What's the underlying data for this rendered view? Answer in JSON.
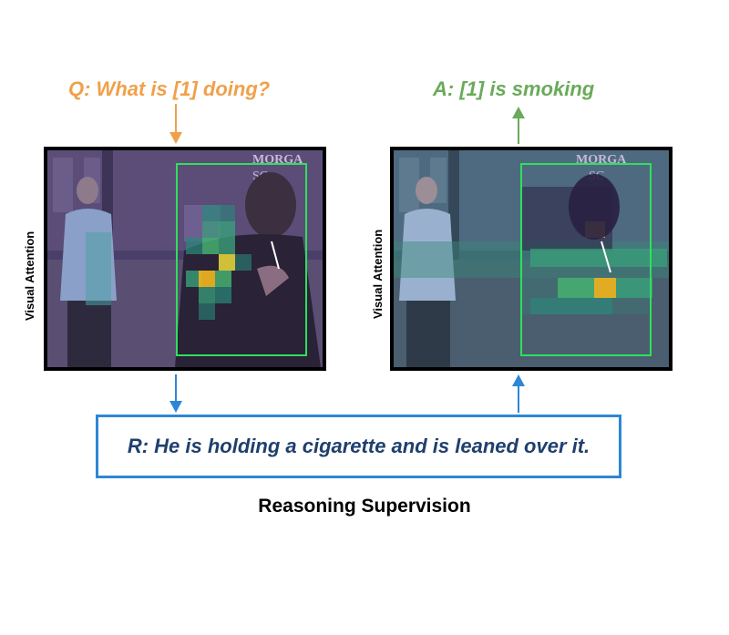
{
  "question": {
    "text": "Q: What is [1] doing?",
    "color": "#f0a04b"
  },
  "answer": {
    "text": "A: [1] is smoking",
    "color": "#6aaa5a"
  },
  "side_labels": {
    "left": "Visual Attention",
    "right": "Visual Attention"
  },
  "reasoning": {
    "text": "R: He is holding a cigarette and is leaned over it.",
    "text_color": "#1f3f6e",
    "border_color": "#2e86d6"
  },
  "caption": "Reasoning Supervision",
  "colors": {
    "arrow_blue": "#2e86d6",
    "arrow_orange": "#f0a04b",
    "arrow_green": "#6aaa5a",
    "box_green": "#2fe05a"
  },
  "panels": [
    {
      "name": "left-attention-map",
      "storefront_text": "MORGA",
      "storefront_text2": "SC"
    },
    {
      "name": "right-attention-map",
      "storefront_text": "MORGA",
      "storefront_text2": "SC"
    }
  ]
}
